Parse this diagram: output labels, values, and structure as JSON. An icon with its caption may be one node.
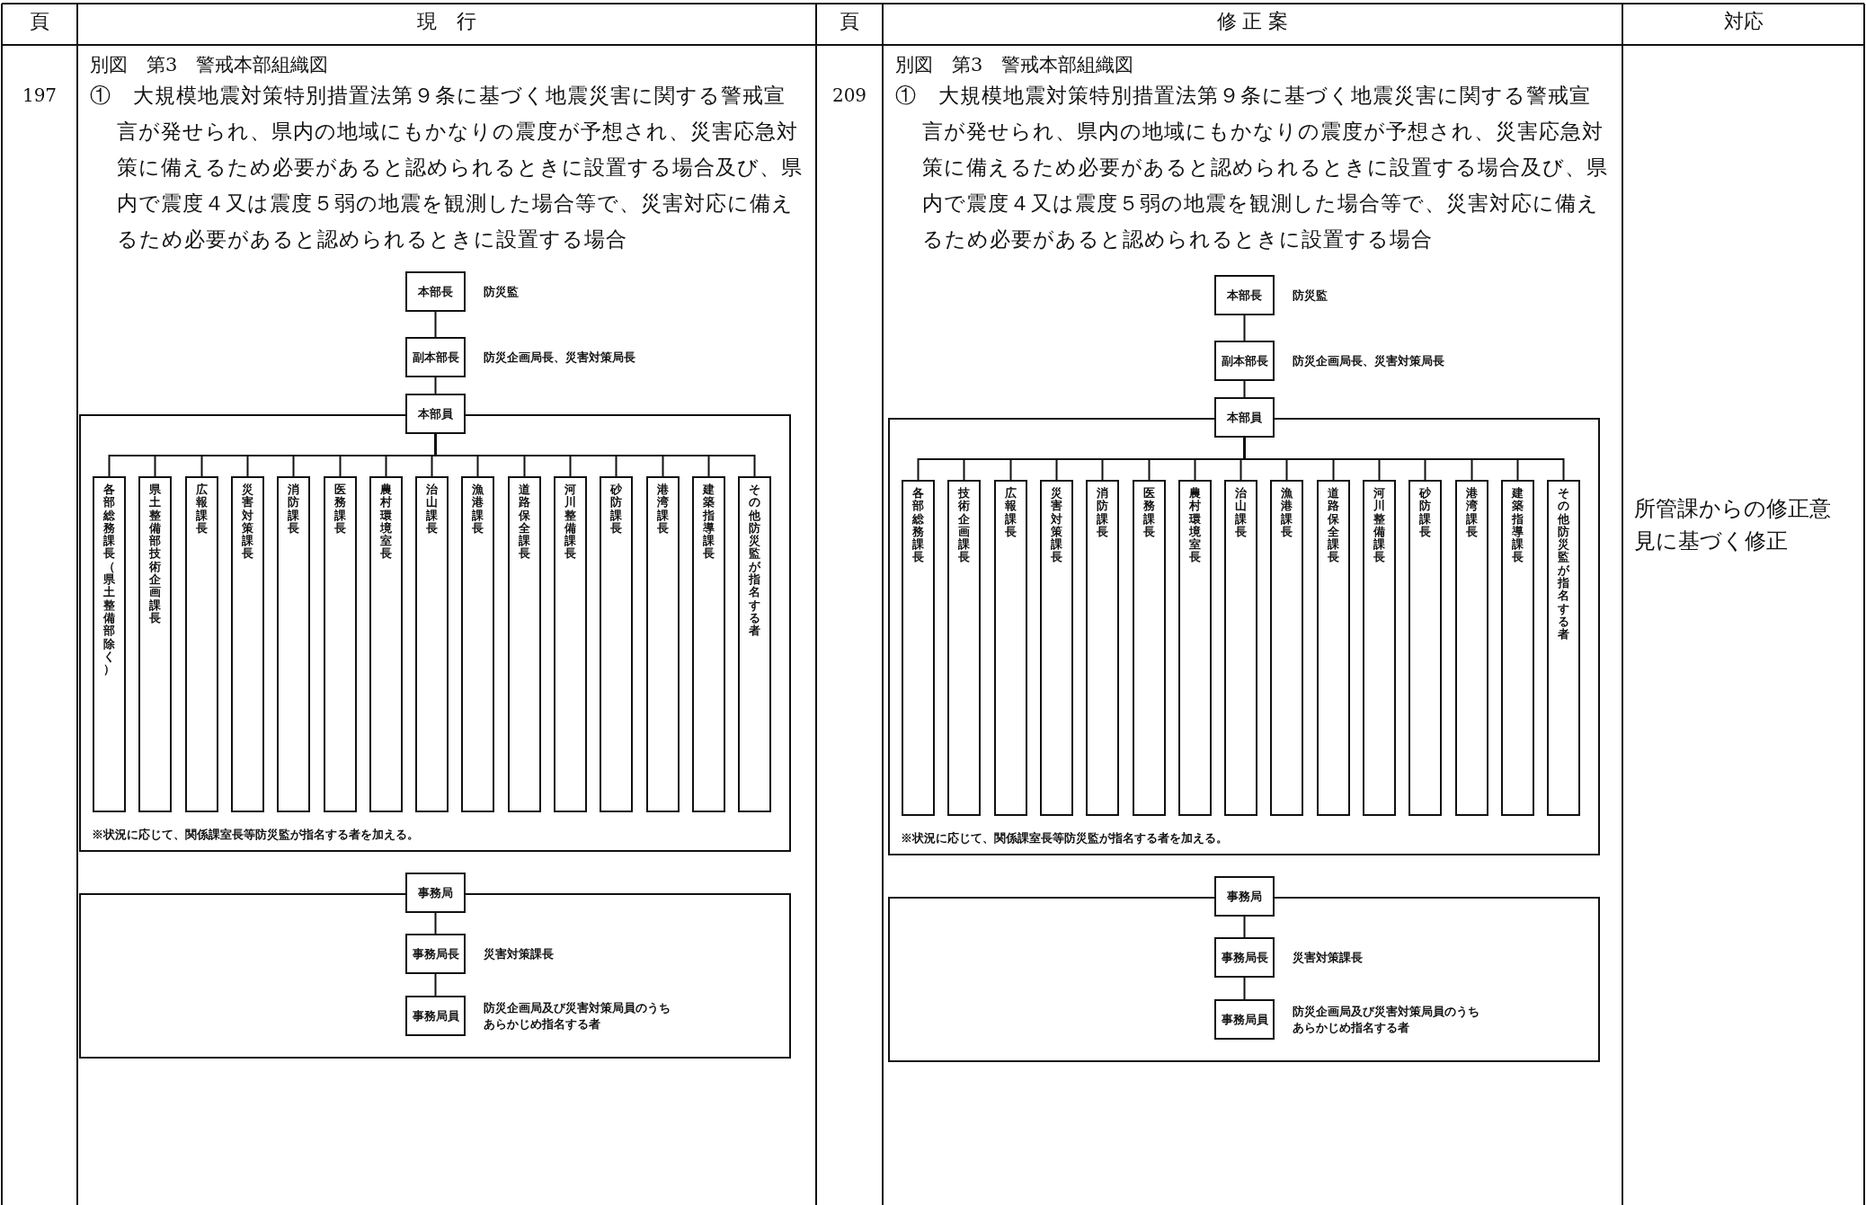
{
  "diagram": {
    "nodes": [
      {
        "text": [
          "本部長"
        ],
        "beside": [
          "防災監"
        ]
      },
      {
        "text": [
          "副本部長"
        ],
        "beside": [
          "防災企画局長、災害対策局長"
        ]
      },
      {
        "text": [
          "本部員"
        ]
      },
      {
        "text": [
          "※状況に応じて、関係課室長等防災監が指名する者を加える。"
        ]
      },
      {
        "text": [
          "各部総務課長（県土整備部除く）"
        ],
        "in": 3
      },
      {
        "text": [
          "県土整備部技術企画課長"
        ],
        "in": 3
      },
      {
        "text": [
          "広報課長"
        ],
        "in": 3
      },
      {
        "text": [
          "災害対策課長"
        ],
        "in": 3
      },
      {
        "text": [
          "消防課長"
        ],
        "in": 3
      },
      {
        "text": [
          "医務課長"
        ],
        "in": 3
      },
      {
        "text": [
          "農村環境室長"
        ],
        "in": 3
      },
      {
        "text": [
          "治山課長"
        ],
        "in": 3
      },
      {
        "text": [
          "漁港課長"
        ],
        "in": 3
      },
      {
        "text": [
          "道路保全課長"
        ],
        "in": 3
      },
      {
        "text": [
          "河川整備課長"
        ],
        "in": 3
      },
      {
        "text": [
          "砂防課長"
        ],
        "in": 3
      },
      {
        "text": [
          "港湾課長"
        ],
        "in": 3
      },
      {
        "text": [
          "建築指導課長"
        ],
        "in": 3
      },
      {
        "text": [
          "その他防災監が指名する者"
        ],
        "in": 3
      },
      {
        "text": [],
        "shape": "box"
      },
      {
        "text": [
          "事務局"
        ]
      },
      {
        "text": [
          "事務局長"
        ],
        "in": 19,
        "beside": [
          "災害対策課長"
        ]
      },
      {
        "text": [
          "事務局員"
        ],
        "in": 19,
        "beside": [
          "防災企画局及び災害対策局員のうちあらかじめ指名する者"
        ]
      },
      {
        "text": [
          "本部長"
        ],
        "beside": [
          "防災監"
        ]
      },
      {
        "text": [
          "副本部長"
        ],
        "beside": [
          "防災企画局長、災害対策局長"
        ]
      },
      {
        "text": [
          "本部員"
        ]
      },
      {
        "text": [
          "※状況に応じて、関係課室長等防災監が指名する者を加える。"
        ]
      },
      {
        "text": [
          "各部総務課長"
        ],
        "in": 26
      },
      {
        "text": [
          "技術企画課長"
        ],
        "in": 26
      },
      {
        "text": [
          "広報課長"
        ],
        "in": 26
      },
      {
        "text": [
          "災害対策課長"
        ],
        "in": 26
      },
      {
        "text": [
          "消防課長"
        ],
        "in": 26
      },
      {
        "text": [
          "医務課長"
        ],
        "in": 26
      },
      {
        "text": [
          "農村環境室長"
        ],
        "in": 26
      },
      {
        "text": [
          "治山課長"
        ],
        "in": 26
      },
      {
        "text": [
          "漁港課長"
        ],
        "in": 26
      },
      {
        "text": [
          "道路保全課長"
        ],
        "in": 26
      },
      {
        "text": [
          "河川整備課長"
        ],
        "in": 26
      },
      {
        "text": [
          "砂防課長"
        ],
        "in": 26
      },
      {
        "text": [
          "港湾課長"
        ],
        "in": 26
      },
      {
        "text": [
          "建築指導課長"
        ],
        "in": 26
      },
      {
        "text": [
          "その他防災監が指名する者"
        ],
        "in": 26
      },
      {
        "text": [],
        "shape": "box"
      },
      {
        "text": [
          "事務局"
        ]
      },
      {
        "text": [
          "事務局長"
        ],
        "in": 42,
        "beside": [
          "災害対策課長"
        ]
      },
      {
        "text": [
          "事務局員"
        ],
        "in": 42,
        "beside": [
          "防災企画局及び災害対策局員のうちあらかじめ指名する者"
        ]
      }
    ],
    "edges": [
      {
        "from": 0,
        "to": 1,
        "arrow": "none"
      },
      {
        "from": 1,
        "to": 2,
        "arrow": "none"
      },
      {
        "from": 2,
        "to": 4,
        "arrow": "none"
      },
      {
        "from": 2,
        "to": 5,
        "arrow": "none"
      },
      {
        "from": 2,
        "to": 6,
        "arrow": "none"
      },
      {
        "from": 2,
        "to": 7,
        "arrow": "none"
      },
      {
        "from": 2,
        "to": 8,
        "arrow": "none"
      },
      {
        "from": 2,
        "to": 9,
        "arrow": "none"
      },
      {
        "from": 2,
        "to": 10,
        "arrow": "none"
      },
      {
        "from": 2,
        "to": 11,
        "arrow": "none"
      },
      {
        "from": 2,
        "to": 12,
        "arrow": "none"
      },
      {
        "from": 2,
        "to": 13,
        "arrow": "none"
      },
      {
        "from": 2,
        "to": 14,
        "arrow": "none"
      },
      {
        "from": 2,
        "to": 15,
        "arrow": "none"
      },
      {
        "from": 2,
        "to": 16,
        "arrow": "none"
      },
      {
        "from": 2,
        "to": 17,
        "arrow": "none"
      },
      {
        "from": 2,
        "to": 18,
        "arrow": "none"
      },
      {
        "from": 20,
        "to": 21,
        "arrow": "none"
      },
      {
        "from": 21,
        "to": 22,
        "arrow": "none"
      },
      {
        "from": 23,
        "to": 24,
        "arrow": "none"
      },
      {
        "from": 24,
        "to": 25,
        "arrow": "none"
      },
      {
        "from": 25,
        "to": 27,
        "arrow": "none"
      },
      {
        "from": 25,
        "to": 28,
        "arrow": "none"
      },
      {
        "from": 25,
        "to": 29,
        "arrow": "none"
      },
      {
        "from": 25,
        "to": 30,
        "arrow": "none"
      },
      {
        "from": 25,
        "to": 31,
        "arrow": "none"
      },
      {
        "from": 25,
        "to": 32,
        "arrow": "none"
      },
      {
        "from": 25,
        "to": 33,
        "arrow": "none"
      },
      {
        "from": 25,
        "to": 34,
        "arrow": "none"
      },
      {
        "from": 25,
        "to": 35,
        "arrow": "none"
      },
      {
        "from": 25,
        "to": 36,
        "arrow": "none"
      },
      {
        "from": 25,
        "to": 37,
        "arrow": "none"
      },
      {
        "from": 25,
        "to": 38,
        "arrow": "none"
      },
      {
        "from": 25,
        "to": 39,
        "arrow": "none"
      },
      {
        "from": 25,
        "to": 40,
        "arrow": "none"
      },
      {
        "from": 25,
        "to": 41,
        "arrow": "none"
      },
      {
        "from": 43,
        "to": 44,
        "arrow": "none"
      },
      {
        "from": 44,
        "to": 45,
        "arrow": "none"
      }
    ],
    "labels": [
      "頁",
      "現　行",
      "頁",
      "修 正 案",
      "対応",
      "別図　第3　警戒本部組織図",
      "197",
      "①　大規模地震対策特別措置法第９条に基づく地震災害に関する警戒宣言が発せられ、県内の地域にもかなりの震度が予想され、災害応急対策に備えるため必要があると認められるときに設置する場合及び、県内で震度４又は震度５弱の地震を観測した場合等で、災害対応に備えるため必要があると認められるときに設置する場合",
      "別図　第3　警戒本部組織図",
      "209",
      "①　大規模地震対策特別措置法第９条に基づく地震災害に関する警戒宣言が発せられ、県内の地域にもかなりの震度が予想され、災害応急対策に備えるため必要があると認められるときに設置する場合及び、県内で震度４又は震度５弱の地震を観測した場合等で、災害対応に備えるため必要があると認められるときに設置する場合",
      "所管課からの修正意見に基づく修正"
    ]
  }
}
